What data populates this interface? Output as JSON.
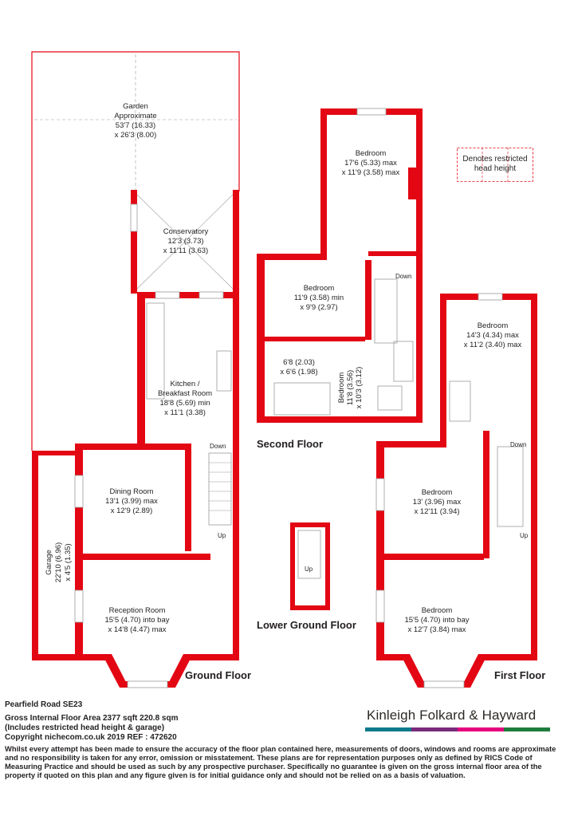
{
  "floors": {
    "ground": "Ground Floor",
    "first": "First Floor",
    "second": "Second Floor",
    "lower_ground": "Lower Ground Floor"
  },
  "rooms": {
    "garden": [
      "Garden",
      "Approximate",
      "53'7 (16.33)",
      "x 26'3 (8.00)"
    ],
    "conservatory": [
      "Conservatory",
      "12'3 (3.73)",
      "x 11'11 (3.63)"
    ],
    "kitchen": [
      "Kitchen /",
      "Breakfast Room",
      "18'8 (5.69) min",
      "x 11'1 (3.38)"
    ],
    "dining": [
      "Dining Room",
      "13'1 (3.99) max",
      "x 12'9 (2.89)"
    ],
    "reception": [
      "Reception Room",
      "15'5 (4.70) into bay",
      "x 14'8 (4.47) max"
    ],
    "garage": [
      "Garage",
      "22'10 (6.96)",
      "x 4'5 (1.35)"
    ],
    "second_bed_top": [
      "Bedroom",
      "17'6 (5.33) max",
      "x 11'9 (3.58) max"
    ],
    "second_bed_mid": [
      "Bedroom",
      "11'9 (3.58) min",
      "x 9'9 (2.97)"
    ],
    "second_small": [
      "6'8 (2.03)",
      "x 6'6 (1.98)"
    ],
    "second_bed_side": [
      "Bedroom",
      "11'8 (3.56)",
      "x 10'3 (3.12)"
    ],
    "first_bed_top": [
      "Bedroom",
      "14'3 (4.34) max",
      "x 11'2 (3.40) max"
    ],
    "first_bed_mid": [
      "Bedroom",
      "13' (3.96) max",
      "x 12'11 (3.94)"
    ],
    "first_bed_front": [
      "Bedroom",
      "15'5 (4.70) into bay",
      "x 12'7 (3.84) max"
    ]
  },
  "stair_labels": {
    "down": "Down",
    "up": "Up"
  },
  "legend": [
    "Denotes restricted",
    "head height"
  ],
  "address": "Pearfield Road SE23",
  "area_lines": [
    "Gross Internal Floor Area 2377 sqft 220.8 sqm",
    "(Includes restricted head height & garage)",
    "Copyright nichecom.co.uk 2019 REF : 472620"
  ],
  "disclaimer": "Whilst every attempt has been made to ensure the accuracy of the floor plan contained here, measurements of doors, windows and rooms are approximate and no responsibility is taken for any error, omission or misstatement.  These plans are for representation purposes only as defined by RICS Code of Measuring Practice and should be used as such by any prospective purchaser.  Specifically no guarantee is given on the gross internal floor area of the property if quoted on this plan and any figure given is for initial guidance only and should not be relied on as a basis of valuation.",
  "brand": {
    "name": "Kinleigh Folkard & Hayward",
    "bar_colors": [
      "#0d7a8c",
      "#7a2a7d",
      "#e5007e",
      "#1e7d3c"
    ]
  },
  "colors": {
    "wall": "#e30613",
    "text": "#231f20"
  }
}
